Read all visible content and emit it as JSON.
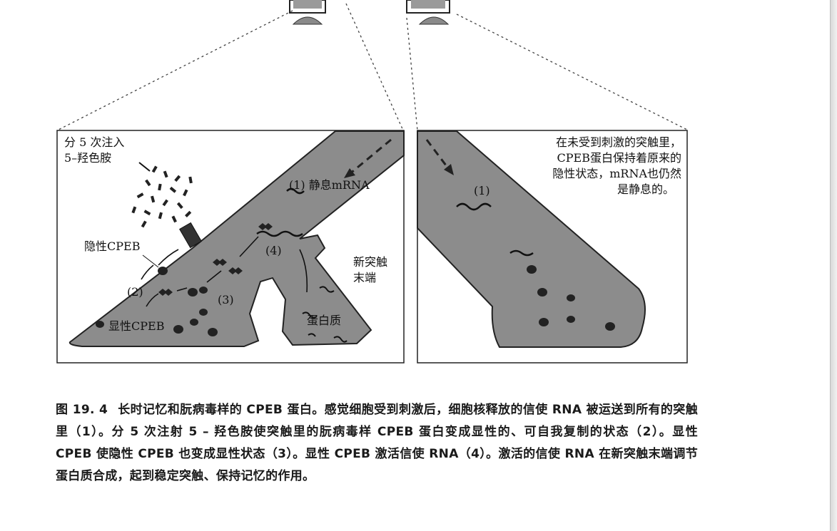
{
  "figure": {
    "left_panel": {
      "injection_label_line1": "分 5 次注入",
      "injection_label_line2": "5–羟色胺",
      "dormant_mrna_label": "(1) 静息mRNA",
      "latent_cpeb_label": "隐性CPEB",
      "step2_label": "(2)",
      "step3_label": "(3)",
      "step4_label": "(4)",
      "active_cpeb_label": "显性CPEB",
      "new_terminal_label_line1": "新突触",
      "new_terminal_label_line2": "末端",
      "protein_label": "蛋白质"
    },
    "right_panel": {
      "note_line1": "在未受到刺激的突触里，",
      "note_line2": "CPEB蛋白保持着原来的",
      "note_line3": "隐性状态，mRNA也仍然",
      "note_line4": "是静息的。",
      "step1_label": "(1)"
    }
  },
  "caption": {
    "figure_number": "图 19. 4",
    "text": "长时记忆和朊病毒样的 CPEB 蛋白。感觉细胞受到刺激后，细胞核释放的信使 RNA 被运送到所有的突触里（1）。分 5 次注射 5 – 羟色胺使突触里的朊病毒样 CPEB 蛋白变成显性的、可自我复制的状态（2）。显性 CPEB 使隐性 CPEB 也变成显性状态（3）。显性 CPEB 激活信使 RNA（4）。激活的信使 RNA 在新突触末端调节蛋白质合成，起到稳定突触、保持记忆的作用。"
  }
}
